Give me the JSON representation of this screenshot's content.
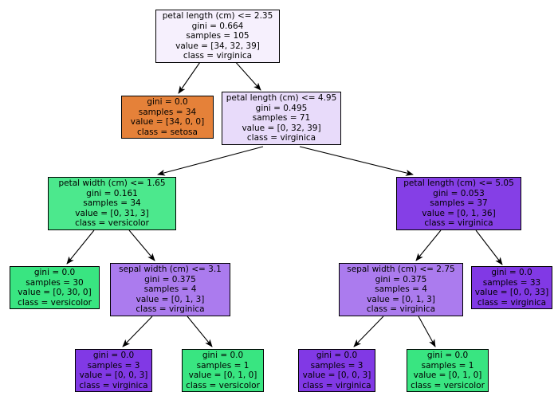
{
  "figure": {
    "background": "#ffffff",
    "kind": "decision-tree-plot"
  },
  "legend_colors": {
    "setosa_orange": "#e58139",
    "versicolor_green": "#39e581",
    "virginica_purple": "#8139e5"
  },
  "nodes": [
    {
      "id": "root",
      "condition": "petal length (cm) <= 2.35",
      "gini": "gini = 0.664",
      "samples": "samples = 105",
      "value": "value = [34, 32, 39]",
      "class": "class = virginica",
      "color": "#f6f0fd"
    },
    {
      "id": "setosa-leaf",
      "gini": "gini = 0.0",
      "samples": "samples = 34",
      "value": "value = [34, 0, 0]",
      "class": "class = setosa",
      "color": "#e58139"
    },
    {
      "id": "petal-length-4-95",
      "condition": "petal length (cm) <= 4.95",
      "gini": "gini = 0.495",
      "samples": "samples = 71",
      "value": "value = [0, 32, 39]",
      "class": "class = virginica",
      "color": "#e8dbfa"
    },
    {
      "id": "petal-width-1-65",
      "condition": "petal width (cm) <= 1.65",
      "gini": "gini = 0.161",
      "samples": "samples = 34",
      "value": "value = [0, 31, 3]",
      "class": "class = versicolor",
      "color": "#4ce88d"
    },
    {
      "id": "petal-length-5-05",
      "condition": "petal length (cm) <= 5.05",
      "gini": "gini = 0.053",
      "samples": "samples = 37",
      "value": "value = [0, 1, 36]",
      "class": "class = virginica",
      "color": "#853fe6"
    },
    {
      "id": "versicolor-leaf-30",
      "gini": "gini = 0.0",
      "samples": "samples = 30",
      "value": "value = [0, 30, 0]",
      "class": "class = versicolor",
      "color": "#39e581"
    },
    {
      "id": "sepal-width-3-1",
      "condition": "sepal width (cm) <= 3.1",
      "gini": "gini = 0.375",
      "samples": "samples = 4",
      "value": "value = [0, 1, 3]",
      "class": "class = virginica",
      "color": "#ab7bee"
    },
    {
      "id": "sepal-width-2-75",
      "condition": "sepal width (cm) <= 2.75",
      "gini": "gini = 0.375",
      "samples": "samples = 4",
      "value": "value = [0, 1, 3]",
      "class": "class = virginica",
      "color": "#ab7bee"
    },
    {
      "id": "virginica-leaf-33",
      "gini": "gini = 0.0",
      "samples": "samples = 33",
      "value": "value = [0, 0, 33]",
      "class": "class = virginica",
      "color": "#8139e5"
    },
    {
      "id": "virginica-leaf-3a",
      "gini": "gini = 0.0",
      "samples": "samples = 3",
      "value": "value = [0, 0, 3]",
      "class": "class = virginica",
      "color": "#8139e5"
    },
    {
      "id": "versicolor-leaf-1a",
      "gini": "gini = 0.0",
      "samples": "samples = 1",
      "value": "value = [0, 1, 0]",
      "class": "class = versicolor",
      "color": "#39e581"
    },
    {
      "id": "virginica-leaf-3b",
      "gini": "gini = 0.0",
      "samples": "samples = 3",
      "value": "value = [0, 0, 3]",
      "class": "class = virginica",
      "color": "#8139e5"
    },
    {
      "id": "versicolor-leaf-1b",
      "gini": "gini = 0.0",
      "samples": "samples = 1",
      "value": "value = [0, 1, 0]",
      "class": "class = versicolor",
      "color": "#39e581"
    }
  ],
  "edges": [
    {
      "from": "root",
      "to": "setosa-leaf"
    },
    {
      "from": "root",
      "to": "petal-length-4-95"
    },
    {
      "from": "petal-length-4-95",
      "to": "petal-width-1-65"
    },
    {
      "from": "petal-length-4-95",
      "to": "petal-length-5-05"
    },
    {
      "from": "petal-width-1-65",
      "to": "versicolor-leaf-30"
    },
    {
      "from": "petal-width-1-65",
      "to": "sepal-width-3-1"
    },
    {
      "from": "petal-length-5-05",
      "to": "sepal-width-2-75"
    },
    {
      "from": "petal-length-5-05",
      "to": "virginica-leaf-33"
    },
    {
      "from": "sepal-width-3-1",
      "to": "virginica-leaf-3a"
    },
    {
      "from": "sepal-width-3-1",
      "to": "versicolor-leaf-1a"
    },
    {
      "from": "sepal-width-2-75",
      "to": "virginica-leaf-3b"
    },
    {
      "from": "sepal-width-2-75",
      "to": "versicolor-leaf-1b"
    }
  ]
}
